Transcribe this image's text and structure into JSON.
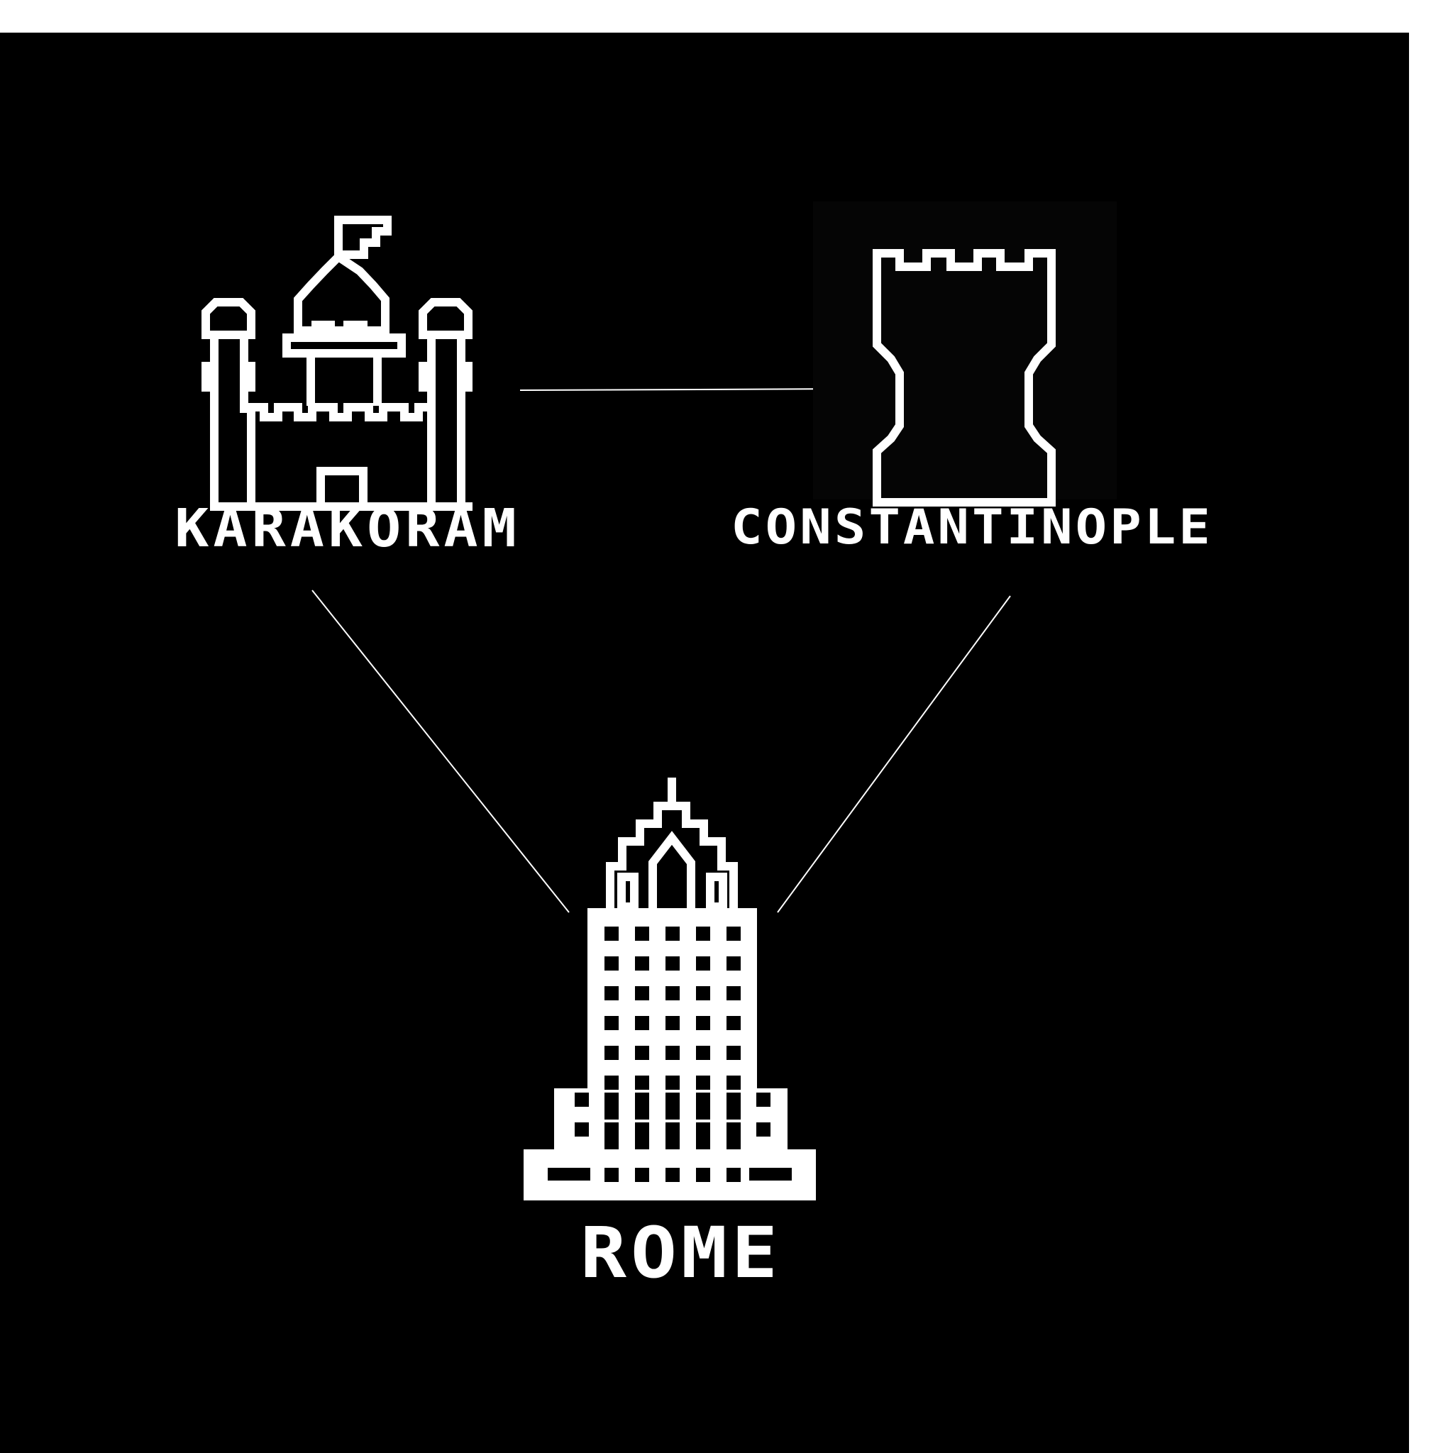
{
  "colors": {
    "background": "#000000",
    "foreground": "#ffffff",
    "frame": "#ffffff"
  },
  "nodes": {
    "karakoram": {
      "label": "KARAKORAM",
      "icon": "castle-icon"
    },
    "constantinople": {
      "label": "CONSTANTINOPLE",
      "icon": "rook-tower-icon"
    },
    "rome": {
      "label": "ROME",
      "icon": "skyscraper-icon"
    }
  },
  "edges": [
    {
      "from": "karakoram",
      "to": "constantinople"
    },
    {
      "from": "karakoram",
      "to": "rome"
    },
    {
      "from": "constantinople",
      "to": "rome"
    }
  ]
}
